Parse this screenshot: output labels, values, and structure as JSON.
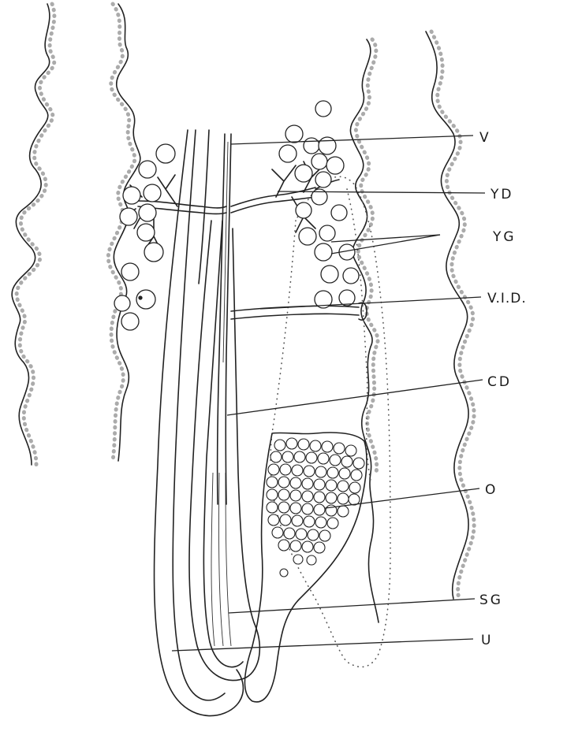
{
  "diagram": {
    "labels": {
      "v": "V",
      "yd": "YD",
      "yg": "YG",
      "vid": "V.I.D.",
      "cd": "CD",
      "o": "O",
      "sg": "SG",
      "u": "U"
    }
  }
}
